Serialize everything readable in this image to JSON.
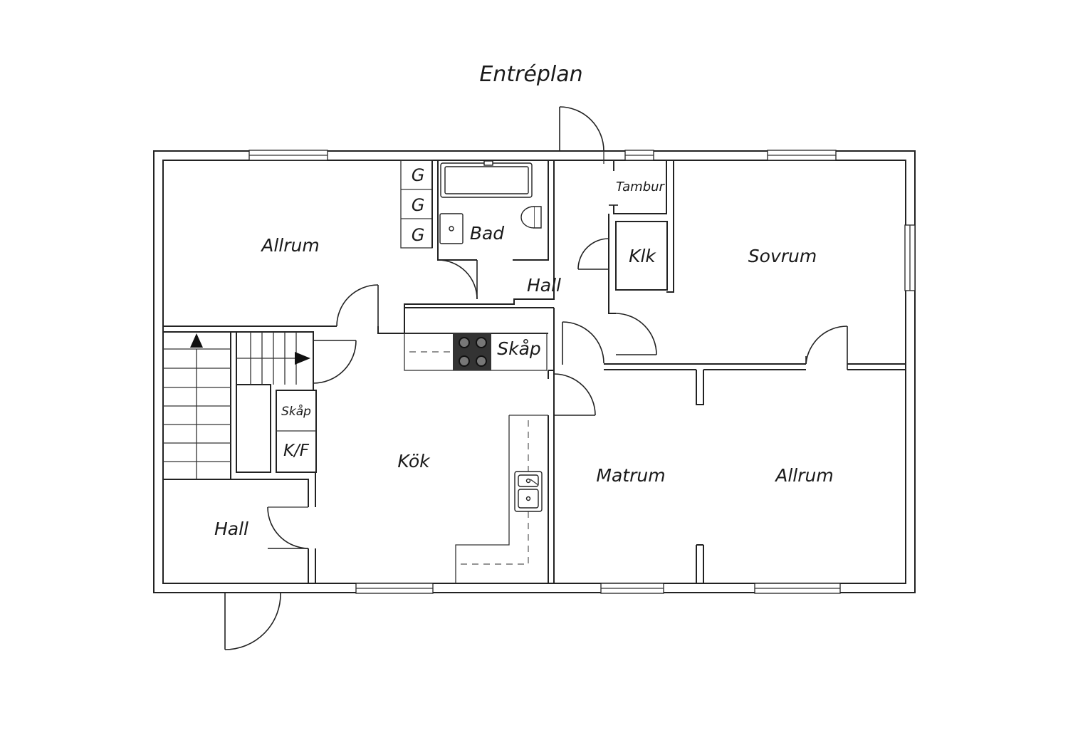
{
  "title": "Entréplan",
  "rooms": {
    "allrum_top": "Allrum",
    "bad": "Bad",
    "garderob_1": "G",
    "garderob_2": "G",
    "garderob_3": "G",
    "hall_center": "Hall",
    "tambur": "Tambur",
    "klk": "Klk",
    "sovrum": "Sovrum",
    "skap_kitchen": "Skåp",
    "skap_small": "Skåp",
    "kf": "K/F",
    "kok": "Kök",
    "matrum": "Matrum",
    "allrum_bottom": "Allrum",
    "hall_left": "Hall"
  },
  "colors": {
    "wall": "#222222",
    "stove": "#333333",
    "background": "#ffffff"
  },
  "icons": {
    "stair_arrow_up": "triangle-up",
    "stair_arrow_right": "triangle-right"
  }
}
